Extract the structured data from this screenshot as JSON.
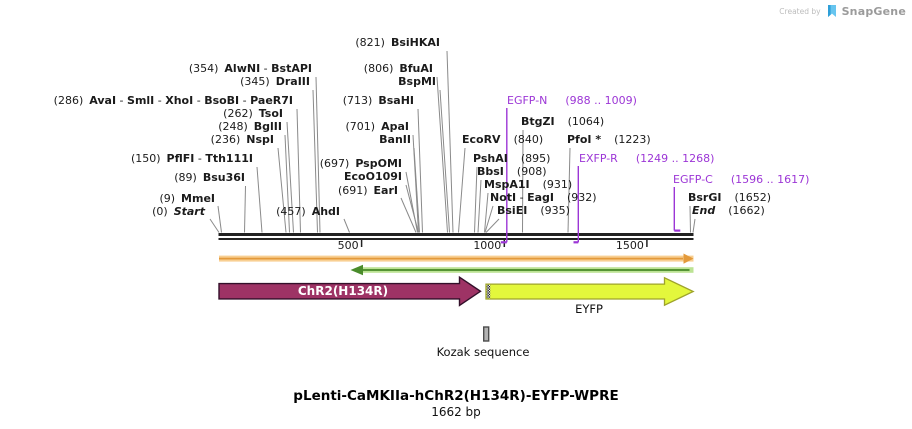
{
  "watermark": {
    "prefix": "Created by",
    "brand": "SnapGene"
  },
  "title": {
    "name": "pLenti-CaMKIIa-hChR2(H134R)-EYFP-WPRE",
    "length": "1662 bp"
  },
  "ruler": {
    "tick_labels": [
      "500",
      "1000",
      "1500"
    ]
  },
  "features": {
    "chr2": "ChR2(H134R)",
    "eyfp": "EYFP",
    "kozak": "Kozak sequence"
  },
  "sites": [
    {
      "position": "(821)",
      "names": [
        "BsiHKAI"
      ]
    },
    {
      "position": "(354)",
      "names": [
        "AlwNI",
        "BstAPI"
      ]
    },
    {
      "position": "(806)",
      "names": [
        "BfuAI"
      ]
    },
    {
      "position": "(345)",
      "names": [
        "DraIII"
      ]
    },
    {
      "position": "",
      "names": [
        "BspMI"
      ]
    },
    {
      "position": "(286)",
      "names": [
        "AvaI",
        "SmlI",
        "XhoI",
        "BsoBI",
        "PaeR7I"
      ]
    },
    {
      "position": "(713)",
      "names": [
        "BsaHI"
      ]
    },
    {
      "position": "(262)",
      "names": [
        "TsoI"
      ]
    },
    {
      "position": "(248)",
      "names": [
        "BglII"
      ]
    },
    {
      "position": "(701)",
      "names": [
        "ApaI"
      ]
    },
    {
      "position": "(236)",
      "names": [
        "NspI"
      ]
    },
    {
      "position": "",
      "names": [
        "BanII"
      ]
    },
    {
      "position": "(150)",
      "names": [
        "PflFI",
        "Tth111I"
      ]
    },
    {
      "position": "(697)",
      "names": [
        "PspOMI"
      ]
    },
    {
      "position": "(89)",
      "names": [
        "Bsu36I"
      ]
    },
    {
      "position": "",
      "names": [
        "EcoO109I"
      ]
    },
    {
      "position": "(691)",
      "names": [
        "EarI"
      ]
    },
    {
      "position": "(9)",
      "names": [
        "MmeI"
      ]
    },
    {
      "position": "(0)",
      "names": [
        "Start"
      ],
      "italic": true
    },
    {
      "position": "(457)",
      "names": [
        "AhdI"
      ]
    },
    {
      "position": "(840)",
      "names": [
        "EcoRV"
      ],
      "name_first": true
    },
    {
      "position": "(895)",
      "names": [
        "PshAI"
      ],
      "name_first": true
    },
    {
      "position": "(908)",
      "names": [
        "BbsI"
      ],
      "name_first": true
    },
    {
      "position": "(931)",
      "names": [
        "MspA1I"
      ],
      "name_first": true
    },
    {
      "position": "(932)",
      "names": [
        "NotI",
        "EagI"
      ],
      "name_first": true
    },
    {
      "position": "(935)",
      "names": [
        "BsiEI"
      ],
      "name_first": true
    },
    {
      "position": "(1064)",
      "names": [
        "BtgZI"
      ],
      "name_first": true
    },
    {
      "position": "(1223)",
      "names": [
        "PfoI *"
      ],
      "name_first": true
    },
    {
      "position": "(1652)",
      "names": [
        "BsrGI"
      ],
      "name_first": true
    },
    {
      "position": "(1662)",
      "names": [
        "End"
      ],
      "name_first": true,
      "italic": true
    }
  ],
  "primers": [
    {
      "name": "EGFP-N",
      "range": "(988 .. 1009)"
    },
    {
      "name": "EXFP-R",
      "range": "(1249 .. 1268)"
    },
    {
      "name": "EGFP-C",
      "range": "(1596 .. 1617)"
    }
  ],
  "colors": {
    "purple": "#9C36D6",
    "line_gray": "#8a8a8a",
    "sequence": "#222222",
    "orf_fwd_light": "#F8CF92",
    "orf_fwd_dark": "#E39A3B",
    "orf_rev_light": "#BCE394",
    "orf_rev_dark": "#4A8C2B",
    "chr2_fill": "#9E3365",
    "chr2_stroke": "#33102A",
    "eyfp_fill": "#E3F73C",
    "eyfp_stroke": "#9EA32B",
    "kozak_fill": "#B3B3B3",
    "kozak_stroke": "#4D4D4D"
  }
}
